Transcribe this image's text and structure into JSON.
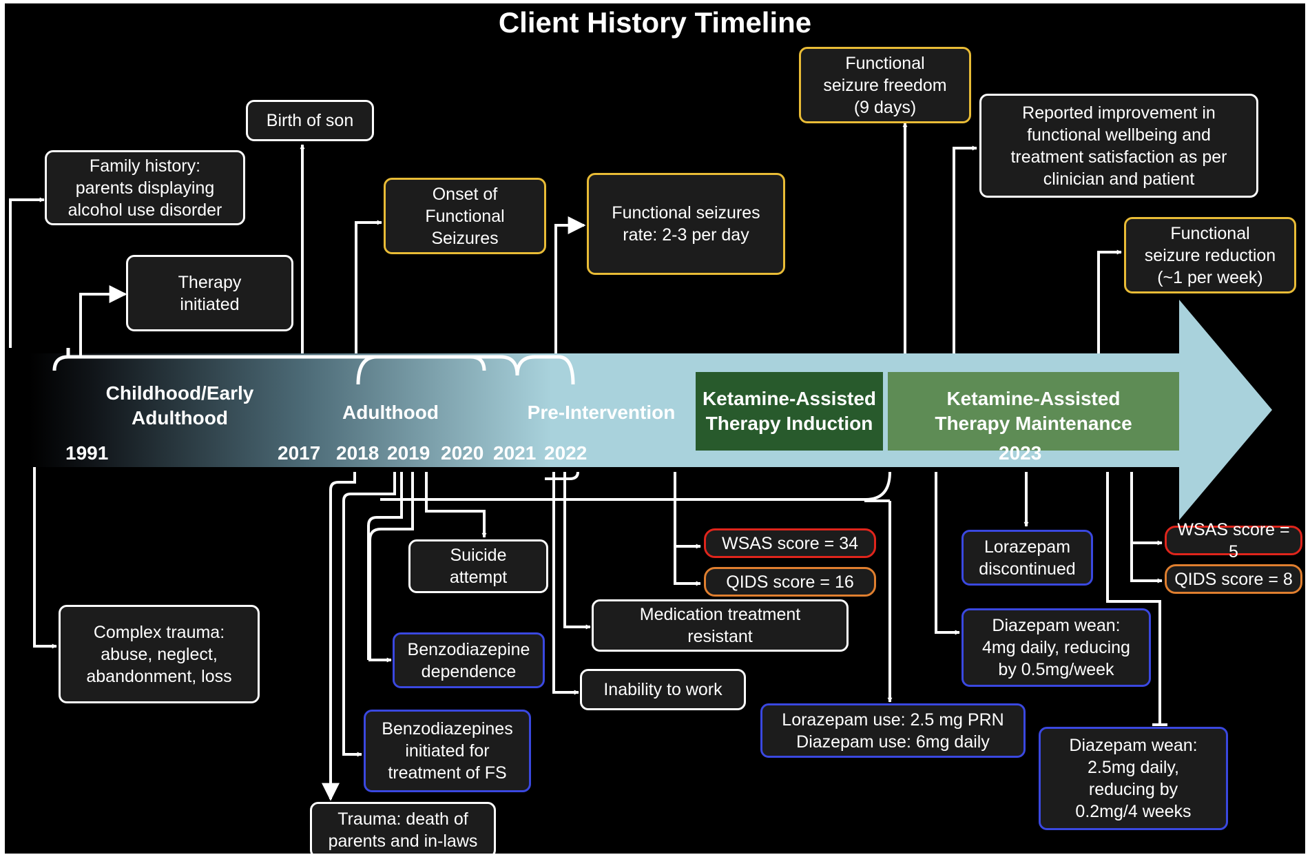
{
  "title": "Client History Timeline",
  "colors": {
    "background": "#000000",
    "timeline_arrow": "#a9d2dc",
    "induction_phase": "#285a2c",
    "maintenance_phase": "#5e8c55",
    "event_border": "#ffffff",
    "seizure_border": "#e9bc36",
    "medication_border": "#3a48e0",
    "wsas_border": "#e0251c",
    "qids_border": "#e07f2f"
  },
  "phases": {
    "childhood": "Childhood/Early\nAdulthood",
    "adulthood": "Adulthood",
    "pre_intervention": "Pre-Intervention",
    "induction": "Ketamine-Assisted\nTherapy Induction",
    "maintenance": "Ketamine-Assisted\nTherapy Maintenance"
  },
  "years": [
    "1991",
    "2017",
    "2018",
    "2019",
    "2020",
    "2021",
    "2022",
    "2023"
  ],
  "events_above": {
    "family_history": "Family history:\nparents displaying\nalcohol use disorder",
    "therapy_initiated": "Therapy\ninitiated",
    "birth_of_son": "Birth of son",
    "onset_seizures": "Onset of\nFunctional\nSeizures",
    "seizure_rate": "Functional seizures\nrate: 2-3 per day",
    "seizure_freedom": "Functional\nseizure freedom\n(9 days)",
    "reported_improvement": "Reported improvement in\nfunctional wellbeing and\ntreatment satisfaction as per\nclinician and patient",
    "seizure_reduction": "Functional\nseizure reduction\n(~1 per week)"
  },
  "events_below": {
    "complex_trauma": "Complex trauma:\nabuse, neglect,\nabandonment, loss",
    "suicide_attempt": "Suicide\nattempt",
    "benzo_dependence": "Benzodiazepine\ndependence",
    "benzo_initiated": "Benzodiazepines\ninitiated for\ntreatment of FS",
    "trauma_death": "Trauma: death of\nparents and in-laws",
    "medication_resistant": "Medication treatment\nresistant",
    "inability_to_work": "Inability to work",
    "wsas_baseline": "WSAS score = 34",
    "qids_baseline": "QIDS score = 16",
    "lorazepam_diazepam_use": "Lorazepam use: 2.5 mg PRN\nDiazepam use: 6mg daily",
    "lorazepam_discontinued": "Lorazepam\ndiscontinued",
    "diazepam_wean_1": "Diazepam wean:\n4mg daily, reducing\nby 0.5mg/week",
    "diazepam_wean_2": "Diazepam wean:\n2.5mg daily,\nreducing by\n0.2mg/4 weeks",
    "wsas_followup": "WSAS score = 5",
    "qids_followup": "QIDS score = 8"
  }
}
